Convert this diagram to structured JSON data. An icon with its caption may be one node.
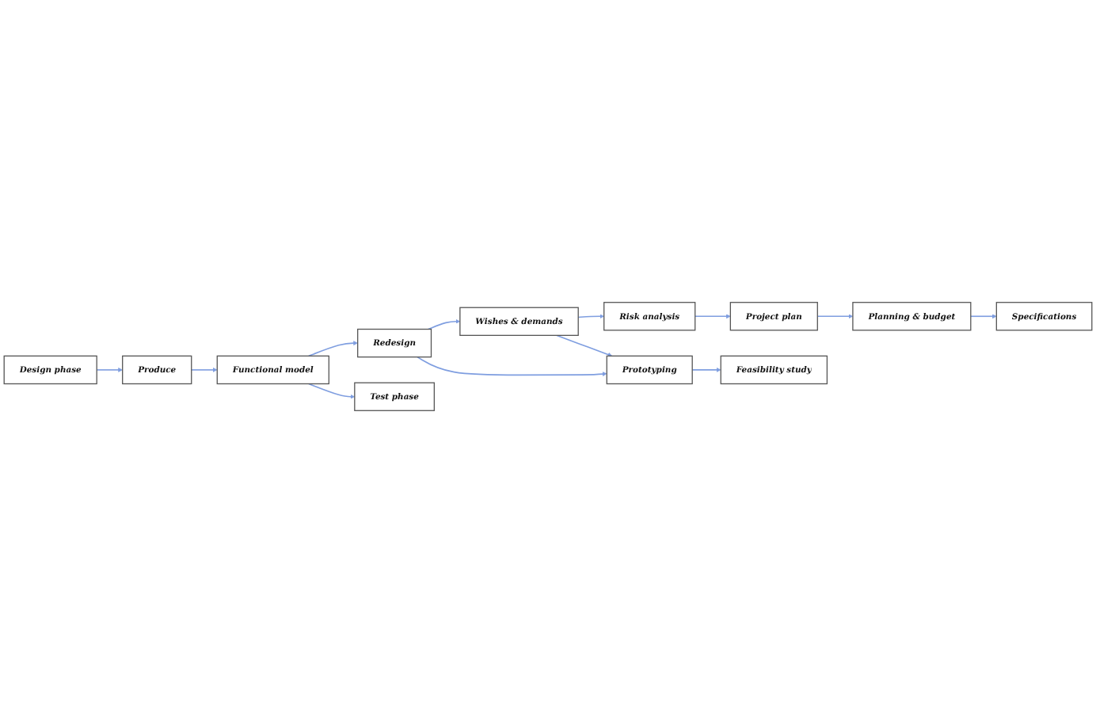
{
  "diagram": {
    "nodes": [
      {
        "text": [
          "Risk analysis"
        ]
      },
      {
        "text": [
          "Project plan"
        ]
      },
      {
        "text": [
          "Planning & budget"
        ]
      },
      {
        "text": [
          "Specifications"
        ]
      },
      {
        "text": [
          "Wishes & demands"
        ]
      },
      {
        "text": [
          "Redesign"
        ]
      },
      {
        "text": [
          "Test phase"
        ]
      },
      {
        "text": [
          "Design phase"
        ]
      },
      {
        "text": [
          "Prototyping"
        ]
      },
      {
        "text": [
          "Feasibility study"
        ]
      },
      {
        "text": [
          "Functional model"
        ]
      },
      {
        "text": [
          "Produce"
        ]
      }
    ],
    "edges": [
      {
        "from": 4,
        "to": 0,
        "arrow": "to"
      },
      {
        "from": 0,
        "to": 1,
        "arrow": "to"
      },
      {
        "from": 1,
        "to": 2,
        "arrow": "to"
      },
      {
        "from": 2,
        "to": 3,
        "arrow": "to"
      },
      {
        "from": 7,
        "to": 11,
        "arrow": "to"
      },
      {
        "from": 11,
        "to": 10,
        "arrow": "to"
      },
      {
        "from": 10,
        "to": 6,
        "arrow": "to"
      },
      {
        "from": 10,
        "to": 5,
        "arrow": "to"
      },
      {
        "from": 5,
        "to": 4,
        "arrow": "to"
      },
      {
        "from": 4,
        "to": 8,
        "arrow": "to"
      },
      {
        "from": 5,
        "to": 8,
        "arrow": "to"
      },
      {
        "from": 8,
        "to": 9,
        "arrow": "to"
      }
    ]
  }
}
